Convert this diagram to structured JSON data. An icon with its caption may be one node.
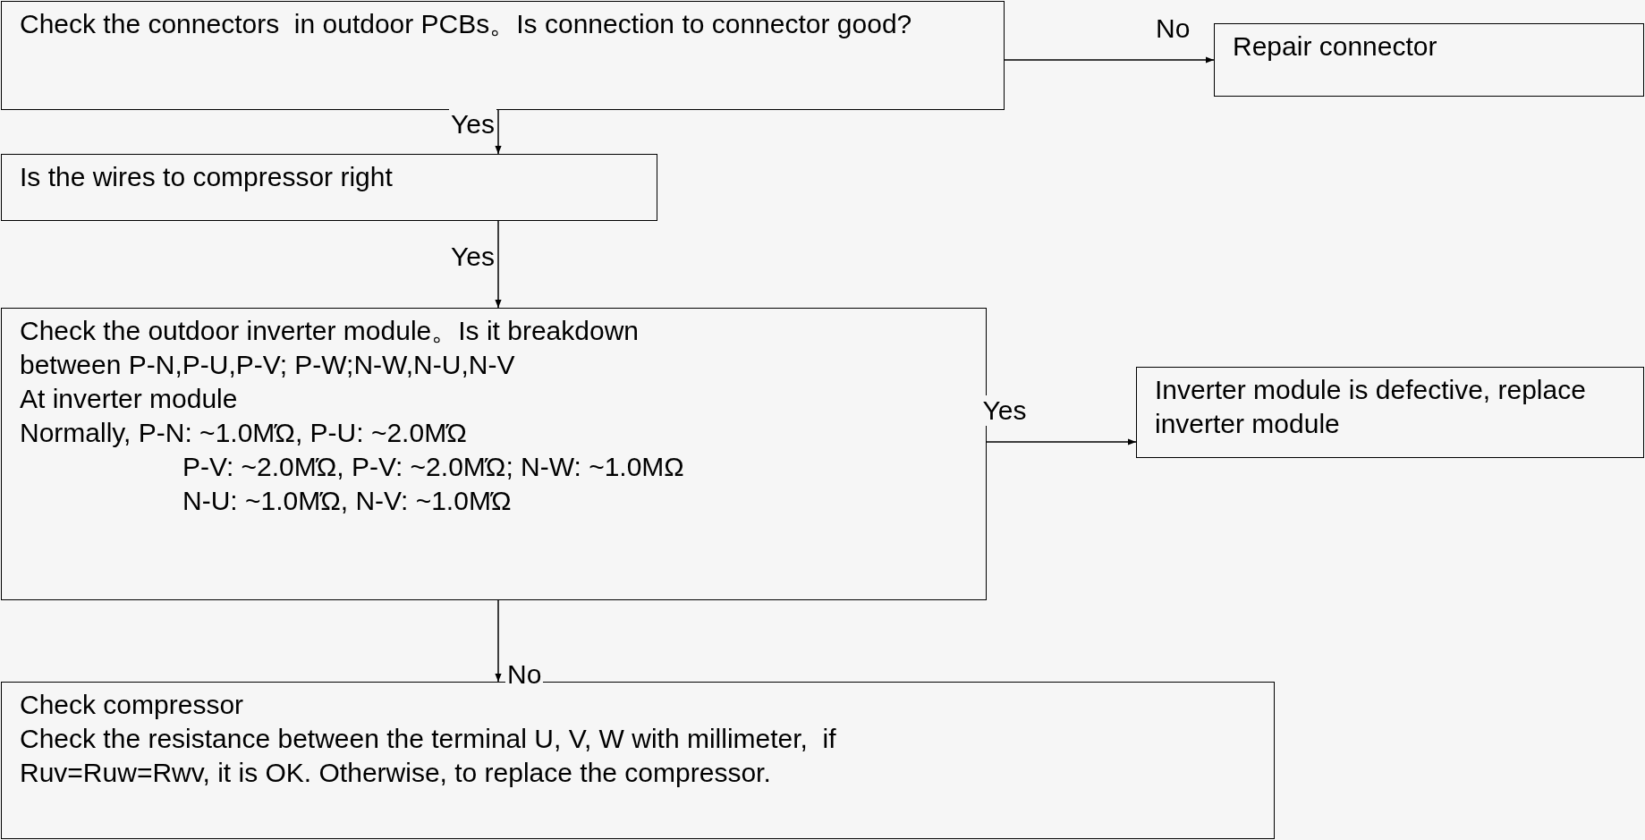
{
  "diagram": {
    "nodes": [
      {
        "text": [
          "Check the connectors  in outdoor PCBs。Is connection to connector good?"
        ]
      },
      {
        "text": [
          "Repair connector"
        ]
      },
      {
        "text": [
          "Is the wires to compressor right"
        ]
      },
      {
        "text": [
          "Check the outdoor inverter module。Is it breakdown",
          "between P-N,P-U,P-V; P-W;N-W,N-U,N-V",
          "At inverter module",
          "Normally, P-N: ~1.0MΏ, P-U: ~2.0MΏ",
          "P-V: ~2.0MΏ, P-V: ~2.0MΏ; N-W: ~1.0MΩ",
          "N-U: ~1.0MΏ, N-V: ~1.0MΏ"
        ]
      },
      {
        "text": [
          "Inverter module is defective, replace inverter module"
        ]
      },
      {
        "text": [
          "Check compressor",
          "Check the resistance between the terminal U, V, W with millimeter,  if Ruv=Ruw=Rwv, it is OK. Otherwise, to replace the compressor."
        ]
      }
    ],
    "edges": [
      {
        "from": 0,
        "to": 1,
        "arrow": "to",
        "label": "No"
      },
      {
        "from": 0,
        "to": 2,
        "arrow": "to",
        "label": "Yes"
      },
      {
        "from": 2,
        "to": 3,
        "arrow": "to",
        "label": "Yes"
      },
      {
        "from": 3,
        "to": 4,
        "arrow": "to",
        "label": "Yes"
      },
      {
        "from": 3,
        "to": 5,
        "arrow": "to",
        "label": "No"
      }
    ]
  }
}
